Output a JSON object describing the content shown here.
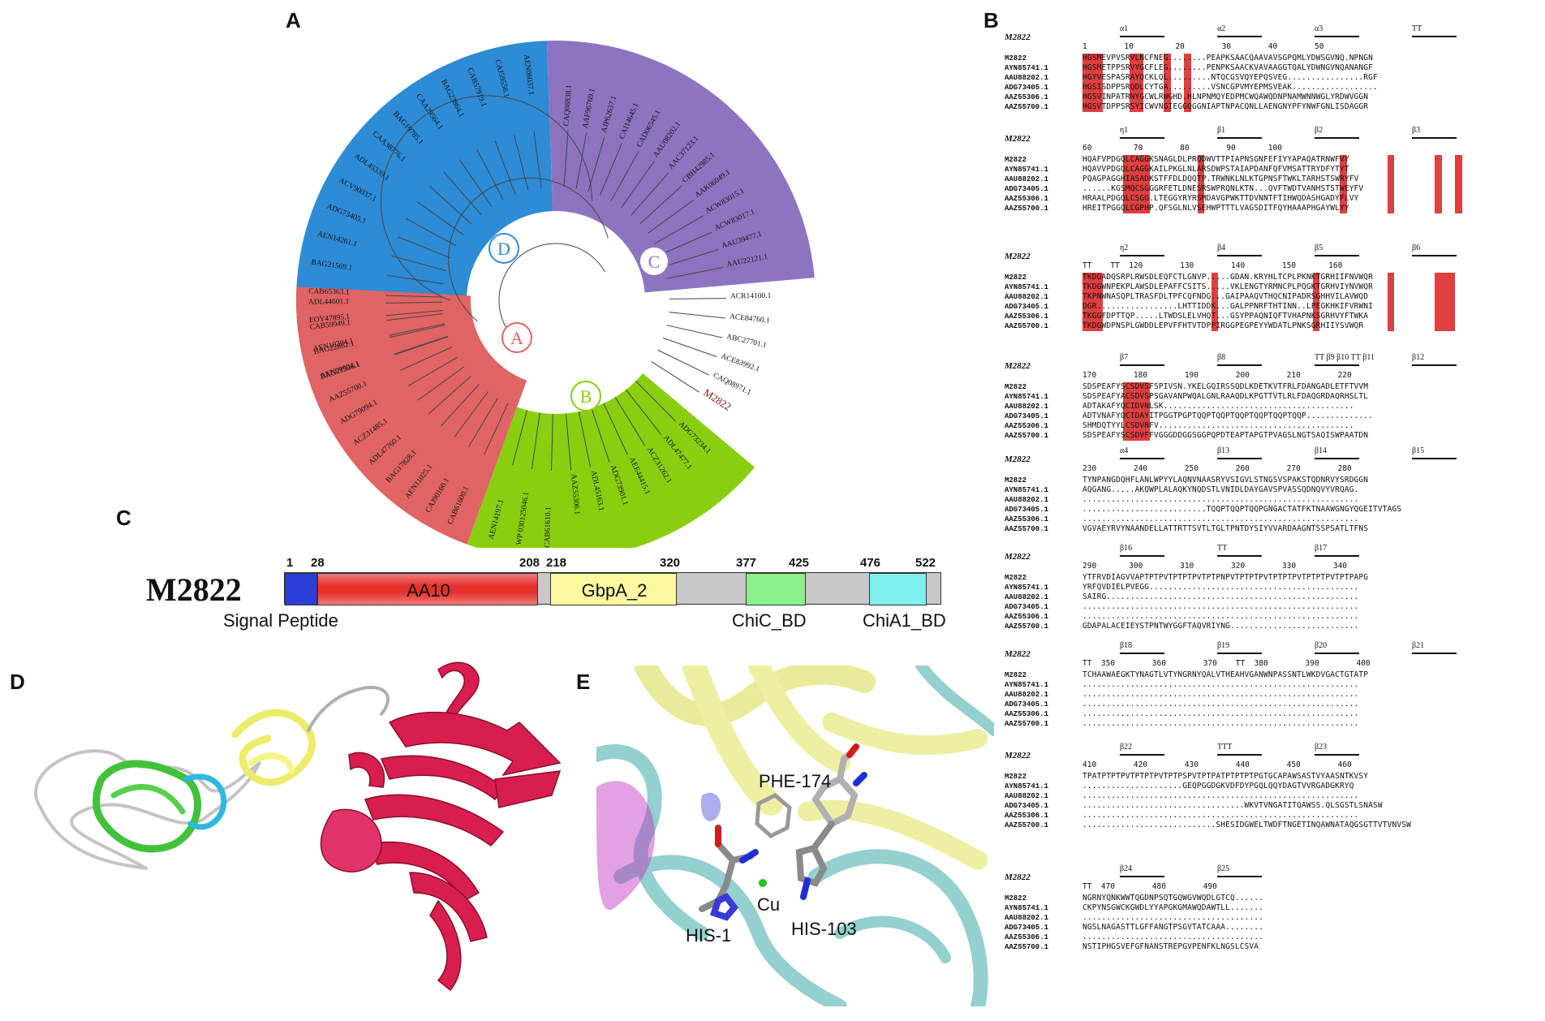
{
  "panel_labels": {
    "a": "A",
    "b": "B",
    "c": "C",
    "d": "D",
    "e": "E"
  },
  "colors": {
    "clade_a": "#e06464",
    "clade_b": "#89cf10",
    "clade_c": "#8e74c0",
    "clade_d": "#2e8bd6",
    "conserved": "#d91d1d",
    "similar_box": "#3b4fd8",
    "signal_peptide": "#2b3fd8",
    "aa10": "#e5302c",
    "gbpa": "#fbf8a0",
    "chic_bd": "#8cf08c",
    "chia1_bd": "#7ff0ee",
    "linker": "#c8c8c8"
  },
  "tree": {
    "clades": {
      "a": "A",
      "b": "B",
      "c": "C",
      "d": "D"
    },
    "highlight": "M2822",
    "leaves_d": [
      "BAG21536.1",
      "AEN10204.1",
      "EOY47895.1",
      "CAB65363.1",
      "BAG21569.1",
      "AEN14261.1",
      "ADG73405.1",
      "ACV90037.1",
      "ADL45339.1",
      "CAA38776.1",
      "BAG19785.1",
      "CAA29564.1",
      "BAG23864.1",
      "CAB57919.1",
      "CAJ59556.1",
      "AEN06037.1"
    ],
    "leaves_c": [
      "CAQ08838.1",
      "AAF96769.1",
      "AJP62637.1",
      "CAI14645.1",
      "CAD06545.1",
      "AAU08202.1",
      "AAC37123.1",
      "CBH42985.1",
      "AAK06049.1",
      "ACW83015.1",
      "ACW83017.1",
      "AAU39477.1",
      "AAU22121.1"
    ],
    "leaves_out": [
      "ACR14100.1",
      "ACE84760.1",
      "ABC27701.1",
      "ACE83992.1",
      "CAQ08971.1"
    ],
    "leaves_b": [
      "ADG73234.1",
      "ADL47477.1",
      "ACZ31262.1",
      "AEE44415.1",
      "ADG73901.1",
      "ADL45163.1",
      "AAZ55306.1",
      "CAB61610.1",
      "WP 030125046.1",
      "AEN14197.1"
    ],
    "leaves_a": [
      "CAB61600.1",
      "CAJ90160.1",
      "AEN11025.1",
      "BAG17828.1",
      "ADL47760.1",
      "ACZ31485.1",
      "ADG79094.1",
      "AAZ55700.1",
      "AEN09904.1",
      "BAG22862.1",
      "CAB59949.1",
      "ADL44601.1"
    ]
  },
  "domain_map": {
    "protein": "M2822",
    "ticks": [
      "1",
      "28",
      "208",
      "218",
      "320",
      "377",
      "425",
      "476",
      "522"
    ],
    "domains": {
      "aa10": "AA10",
      "gbpa": "GbpA_2"
    },
    "below_labels": {
      "signal": "Signal Peptide",
      "chic": "ChiC_BD",
      "chia1": "ChiA1_BD"
    }
  },
  "structure_e": {
    "labels": {
      "phe": "PHE-174",
      "cu": "Cu",
      "his1": "HIS-1",
      "his103": "HIS-103"
    }
  },
  "alignment": {
    "ref_name": "M2822",
    "names": [
      "M2822",
      "AYN85741.1",
      "AAU88202.1",
      "ADG73405.1",
      "AAZ55306.1",
      "AAZ55700.1"
    ],
    "blocks": [
      {
        "ruler": "1        10         20        30        40        50",
        "ss": [
          {
            "t": "α1"
          },
          {
            "t": "α2"
          },
          {
            "t": "α3"
          },
          {
            "t": "TT"
          }
        ],
        "rows": [
          "HGSMEVPVSRVLNCFNEG........PEAPKSAACQAAVAVSGPQMLYDWSGVNQ.NPNGN",
          "HGSMETPPSRVYGCFLEG........PENPKSAACKVAVAAGGTQALYDWNGVNQANANGF",
          "HGYVESPASRAYQCKLQL.........NTQCGSVQYEPQSVEG................RGF",
          "HGSISDPPSRQDLCYTGA.........VSNCGPVMYEPMSVEAK..................",
          "HGSVINPATRNYGCWLRWGHD.HLNPNMQYEDPMCWQAWQDNPNAMWNNWGLYRDWVGGN",
          "HGSVTDPPSRSYICWVNGIEGGQGGNIAPTNPACQNLLAENGNYPFYNWFGNLISDAGGR"
        ]
      },
      {
        "ruler": "60         70        80        90       100",
        "ss": [
          {
            "t": "η1"
          },
          {
            "t": "β1"
          },
          {
            "t": "β2"
          },
          {
            "t": "β3"
          }
        ],
        "rows": [
          "HQAFVPDGQLCAGGKSNAGLDLPRQDWVTTPIAPNSGNFEFIYYAPAQATRNWFVY",
          "HQAVVPDGQLCAGGKAILPKGLNLARSDWPSTAIAPDANFQFVMSATTRYDFYTYT",
          "PQAGPAGGHIASADKSTFFDLDQQTP.TRWNKLNLKTGPNSFTWKLTARHSTSWRYFV",
          "......KGSMQCSGGGRFETLDNESRSWPRQNLKTN...QVFTWDTVANHSTSTWEYFV",
          "HRAALPDGQLCSGG.LTEGGYRYRSMDAVGPWKTTDVNNTFTIHWQDASHGADYFLVY",
          "HREITPGGQLCGPHP.QFSGLNLVSEHWPTTTLVAGSDITFQYHAAAPHGAYWLYY"
        ]
      },
      {
        "ruler": "TT    TT  120        130        140        150       160",
        "ss": [
          {
            "t": "η2"
          },
          {
            "t": "β4"
          },
          {
            "t": "β5"
          },
          {
            "t": "β6"
          }
        ],
        "rows": [
          "TKDGADQSRPLRWSDLEQFCTLGNVP.....GDAN.KRYHLTCPLPKNKTGRHIIFNVWQR",
          "TKDGWNPEKPLAWSDLEPAFFCSITS.....VKLENGTYRMNCPLPQGKTGRHVIYNVWQR",
          "TKPNWNASQPLTRASFDLTPFCQFNDG...GAIPAAQVTHQCNIPADRSGHHVILAVWQD",
          "DGR.................LHTTIDDK...GALPPNRFTHTINN..LPEGKHKIFVRWNI",
          "TKGGFDPTTQP.....LTWDSLELVHQT...GSYPPAQNIQFTVHAPNKSGRHVYFTWKA",
          "TKDGWDPNSPLGWDDLEPVFFHTVTDPPIRGGPEGPEYYWDATLPNKSGRHIIYSVWQR"
        ]
      },
      {
        "ruler": "170        180        190        200        210        220",
        "ss": [
          {
            "t": "β7"
          },
          {
            "t": "β8"
          },
          {
            "t": "TT β9 β10 TT β11"
          },
          {
            "t": "β12"
          }
        ],
        "rows": [
          "SDSPEAFYSCSDVSFSPIVSN.YKELGQIRSSQDLKDETKVTFRLFDANGADLETFTVVM",
          "SDSPEAFYACSDVSPSGAVANPWQALGNLRAAQDLKPGTTVTLRLFDAQGRDAQRHSLTL",
          "ADTAKAFYQCIDVNLSK........................................",
          "ADTVNAFYQCIDAYITPGGTPGPTQQPTQQPTQQPTQQPTQQPTQQP..............",
          "SHMDQTYYLCSDVNFV.........................................",
          "SDSPEAFYSCSDVFFVGGGDDGGSGGPQPDTEAPTAPGTPVAGSLNGTSAQISWPAATDN"
        ]
      },
      {
        "ruler": "230        240        250        260        270        280",
        "ss": [
          {
            "t": "α4"
          },
          {
            "t": "β13"
          },
          {
            "t": "β14"
          },
          {
            "t": "β15"
          }
        ],
        "rows": [
          "TYNPANGDQHFLANLWPYYLAQNVNAASRYVSIGVLSTNGSVSPAKSTQDNRVYSRDGGN",
          "AQGANG.....AKQWPLALAQKYNQDSTLVNIDLDAYGAVSPVASSQDNQVYVRQAG.",
          "..........................................................",
          "..........................TQQPTQQPTQQPGNGACTATFKTNAAWGNGYQGEITVTAGS",
          "..........................................................",
          "VGVAEYRVYNAANDELLATTRTTSVTLTGLTPNTDYSIYVVARDAAGNTSSPSATLTFNS"
        ]
      },
      {
        "ruler": "290       300        310        320        330        340",
        "ss": [
          {
            "t": "β16"
          },
          {
            "t": "TT"
          },
          {
            "t": "β17"
          }
        ],
        "rows": [
          "YTFRVDIAGVVAPTPTPVTPTPTPVTPTPNPVTPTPTPVTPTPTPVTPTPTPVTPTPAPG",
          "YRFQVDIELPVEGG............................................",
          "SAIRG.....................................................",
          "..........................................................",
          "..........................................................",
          "GDAPALACEIEYSTPNTWYGGFTAQVRIYNG..........................."
        ]
      },
      {
        "ruler": "TT  350        360        370    TT  380        390        400",
        "ss": [
          {
            "t": "β18"
          },
          {
            "t": "β19"
          },
          {
            "t": "β20"
          },
          {
            "t": "β21"
          }
        ],
        "rows": [
          "TCHAAWAEGKTYNAGTLVTYNGRNYQALVTHEAHVGANWNPASSNTLWKDVGACTGTATP",
          "..........................................................",
          "..........................................................",
          "..........................................................",
          "..........................................................",
          ".........................................................."
        ]
      },
      {
        "ruler": "410        420        430        440        450        460",
        "ss": [
          {
            "t": "β22"
          },
          {
            "t": "TTT"
          },
          {
            "t": "β23"
          }
        ],
        "rows": [
          "TPATPTPTPVTPTPTPVTPTPSPVTPTPATPTPTPTPGTGCAPAWSASTVYAASNTKVSY",
          ".....................GEQPGGDGKVDFDYPGQLQQYDAGTVVRGADGKRYQ",
          "..........................................................",
          "..................................WKVTVNGATITQAWSS.QLSGSTLSNASW",
          "..........................................................",
          "............................SHESIDGWELTWDFTNGETINQAWNATAQGSGTTVTVNVSW"
        ]
      },
      {
        "ruler": "TT  470        480        490",
        "ss": [
          {
            "t": "β24"
          },
          {
            "t": "β25"
          }
        ],
        "rows": [
          "NGRNYQNKWWTQGDNPSQTGQWGVWQDLGTCQ......",
          "CKPYNSGWCKGWDLYYAPGKGMAWQDAWTLL.......",
          "......................................",
          "NGSLNAGASTTLGFFANGTPSGVTATCAAA........",
          "......................................",
          "NSTIPHGSVEFGFNANSTREPGVPENFKLNGSLCSVA"
        ]
      }
    ]
  }
}
